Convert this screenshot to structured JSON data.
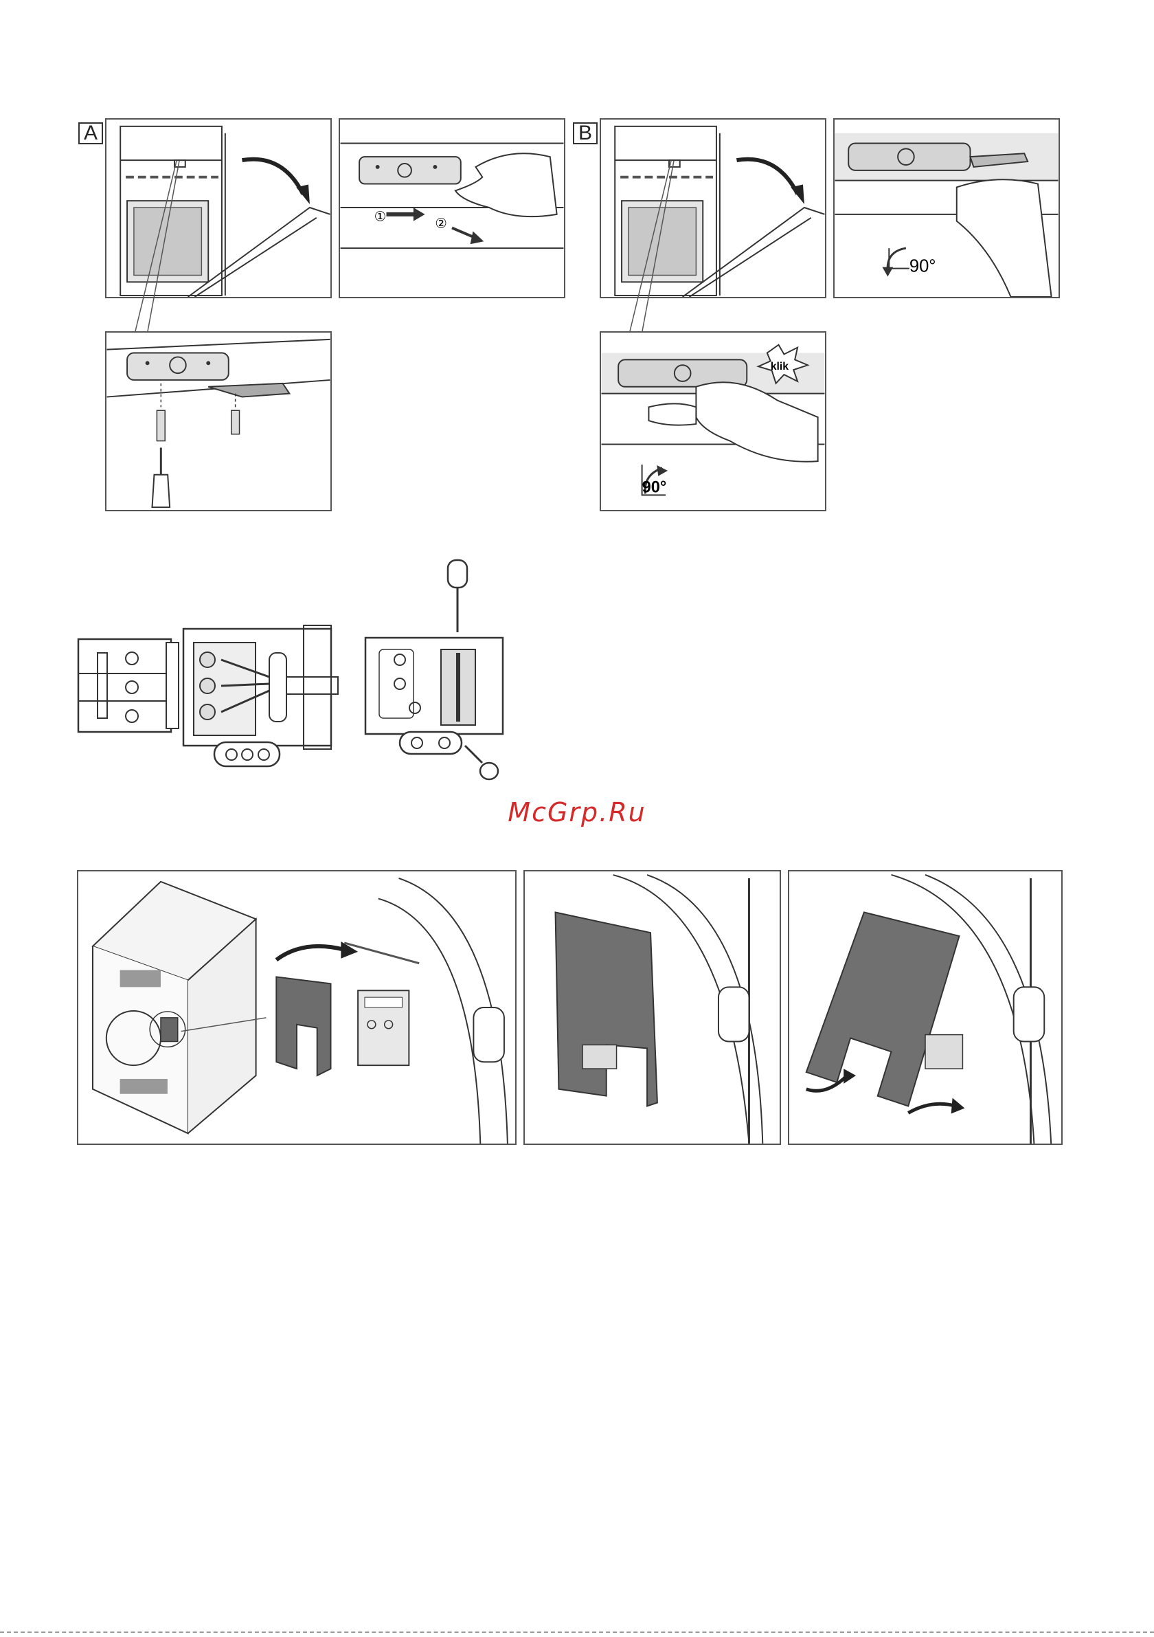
{
  "figures": {
    "A": {
      "label": "A"
    },
    "B": {
      "label": "B"
    },
    "step_one": "①",
    "step_two": "②",
    "angle_a": "90°",
    "angle_b": "90°",
    "click_word": "klik"
  },
  "watermark": {
    "text": "McGrp.Ru"
  }
}
